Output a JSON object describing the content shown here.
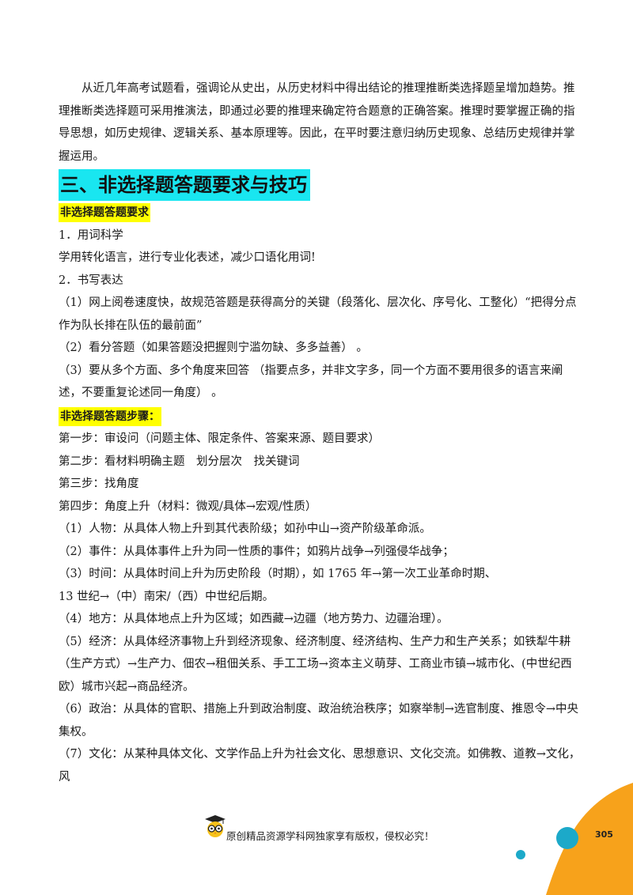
{
  "intro_paragraph": "从近几年高考试题看，强调论从史出，从历史材料中得出结论的推理推断类选择题呈增加趋势。推理推断类选择题可采用推演法，即通过必要的推理来确定符合题意的正确答案。推理时要掌握正确的指导思想，如历史规律、逻辑关系、基本原理等。因此，在平时要注意归纳历史现象、总结历史规律并掌握运用。",
  "section_title": "三、非选择题答题要求与技巧",
  "requirements": {
    "heading": "非选择题答题要求",
    "item1_title": "1．用词科学",
    "item1_text": "学用转化语言，进行专业化表述，减少口语化用词!",
    "item2_title": "2．书写表达",
    "item2_p1": "（1）网上阅卷速度快，故规范答题是获得高分的关键（段落化、层次化、序号化、工整化）“把得分点作为队长排在队伍的最前面”",
    "item2_p2": "（2）看分答题（如果答题没把握则宁滥勿缺、多多益善） 。",
    "item2_p3": "（3）要从多个方面、多个角度来回答 （指要点多，并非文字多，同一个方面不要用很多的语言来阐述，不要重复论述同一角度） 。"
  },
  "steps": {
    "heading": "非选择题答题步骤：",
    "step1": "第一步：审设问（问题主体、限定条件、答案来源、题目要求）",
    "step2": "第二步：看材料明确主题　划分层次　找关键词",
    "step3": "第三步：找角度",
    "step4": "第四步：角度上升（材料：微观/具体→宏观/性质）",
    "p1": "（1）人物：从具体人物上升到其代表阶级；如孙中山→资产阶级革命派。",
    "p2": "（2）事件：从具体事件上升为同一性质的事件；如鸦片战争→列强侵华战争；",
    "p3a": "（3）时间：从具体时间上升为历史阶段（时期），如 1765 年→第一次工业革命时期、",
    "p3b": "13 世纪→（中）南宋/（西）中世纪后期。",
    "p4": "（4）地方：从具体地点上升为区域；如西藏→边疆（地方势力、边疆治理）。",
    "p5": "（5）经济：从具体经济事物上升到经济现象、经济制度、经济结构、生产力和生产关系；如铁犁牛耕（生产方式）→生产力、佃农→租佃关系、手工工场→资本主义萌芽、工商业市镇→城市化、(中世纪西欧）城市兴起→商品经济。",
    "p6": "（6）政治：从具体的官职、措施上升到政治制度、政治统治秩序；如察举制→选官制度、推恩令→中央集权。",
    "p7": "（7）文化：从某种具体文化、文学作品上升为社会文化、思想意识、文化交流。如佛教、道教→文化，风"
  },
  "footer": {
    "text": "原创精品资源学科网独家享有版权，侵权必究！",
    "page_number": "305",
    "mascot_icon": "owl-graduate-icon"
  },
  "colors": {
    "section_highlight": "#19e6f0",
    "subheading_highlight": "#ffff00",
    "corner_orange": "#f7a21b",
    "corner_teal": "#1ca9c9"
  }
}
